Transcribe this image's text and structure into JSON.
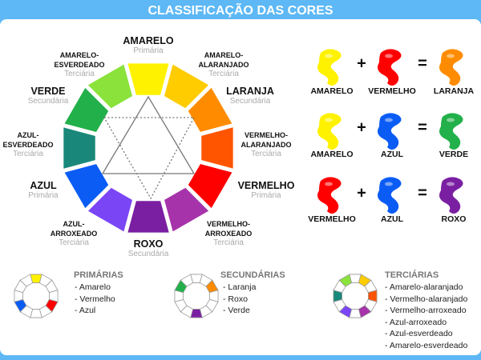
{
  "title": "CLASSIFICAÇÃO DAS CORES",
  "wheel": [
    {
      "name": "AMARELO",
      "type": "Primária",
      "color": "#fff200"
    },
    {
      "name": "AMARELO-ALARANJADO",
      "type": "Terciária",
      "color": "#ffcc00"
    },
    {
      "name": "LARANJA",
      "type": "Secundária",
      "color": "#ff8c00"
    },
    {
      "name": "VERMELHO-ALARANJADO",
      "type": "Terciária",
      "color": "#ff5500"
    },
    {
      "name": "VERMELHO",
      "type": "Primária",
      "color": "#ff0000"
    },
    {
      "name": "VERMELHO-ARROXEADO",
      "type": "Terciária",
      "color": "#a633aa"
    },
    {
      "name": "ROXO",
      "type": "Secundária",
      "color": "#7a1fa2"
    },
    {
      "name": "AZUL-ARROXEADO",
      "type": "Terciária",
      "color": "#7a45f5"
    },
    {
      "name": "AZUL",
      "type": "Primária",
      "color": "#0a5cf5"
    },
    {
      "name": "AZUL-ESVERDEADO",
      "type": "Terciária",
      "color": "#19887a"
    },
    {
      "name": "VERDE",
      "type": "Secundária",
      "color": "#22b04a"
    },
    {
      "name": "AMARELO-ESVERDEADO",
      "type": "Terciária",
      "color": "#8ae23b"
    }
  ],
  "labels": {
    "amarelo": {
      "l1": "AMARELO",
      "sub": "Primária"
    },
    "amarelo_alaranjado": {
      "l1": "AMARELO-",
      "l2": "ALARANJADO",
      "sub": "Terciária"
    },
    "laranja": {
      "l1": "LARANJA",
      "sub": "Secundária"
    },
    "vermelho_alaranjado": {
      "l1": "VERMELHO-",
      "l2": "ALARANJADO",
      "sub": "Terciária"
    },
    "vermelho": {
      "l1": "VERMELHO",
      "sub": "Primária"
    },
    "vermelho_arroxeado": {
      "l1": "VERMELHO-",
      "l2": "ARROXEADO",
      "sub": "Terciária"
    },
    "roxo": {
      "l1": "ROXO",
      "sub": "Secundária"
    },
    "azul_arroxeado": {
      "l1": "AZUL-",
      "l2": "ARROXEADO",
      "sub": "Terciária"
    },
    "azul": {
      "l1": "AZUL",
      "sub": "Primária"
    },
    "azul_esverdeado": {
      "l1": "AZUL-",
      "l2": "ESVERDEADO",
      "sub": "Terciária"
    },
    "verde": {
      "l1": "VERDE",
      "sub": "Secundária"
    },
    "amarelo_esverdeado": {
      "l1": "AMARELO-",
      "l2": "ESVERDEADO",
      "sub": "Terciária"
    }
  },
  "mixes": [
    {
      "a": "AMARELO",
      "a_color": "#fff200",
      "b": "VERMELHO",
      "b_color": "#ff0000",
      "r": "LARANJA",
      "r_color": "#ff8c00"
    },
    {
      "a": "AMARELO",
      "a_color": "#fff200",
      "b": "AZUL",
      "b_color": "#0a5cf5",
      "r": "VERDE",
      "r_color": "#22b04a"
    },
    {
      "a": "VERMELHO",
      "a_color": "#ff0000",
      "b": "AZUL",
      "b_color": "#0a5cf5",
      "r": "ROXO",
      "r_color": "#7a1fa2"
    }
  ],
  "operators": {
    "plus": "+",
    "equals": "="
  },
  "legend": [
    {
      "title": "PRIMÁRIAS",
      "items": [
        "- Amarelo",
        "- Vermelho",
        "- Azul"
      ],
      "highlight": [
        0,
        4,
        8
      ]
    },
    {
      "title": "SECUNDÁRIAS",
      "items": [
        "- Laranja",
        "- Roxo",
        "- Verde"
      ],
      "highlight": [
        2,
        6,
        10
      ]
    },
    {
      "title": "TERCIÁRIAS",
      "items": [
        "- Amarelo-alaranjado",
        "- Vermelho-alaranjado",
        "- Vermelho-arroxeado",
        "- Azul-arroxeado",
        "- Azul-esverdeado",
        "- Amarelo-esverdeado"
      ],
      "highlight": [
        1,
        3,
        5,
        7,
        9,
        11
      ]
    }
  ]
}
